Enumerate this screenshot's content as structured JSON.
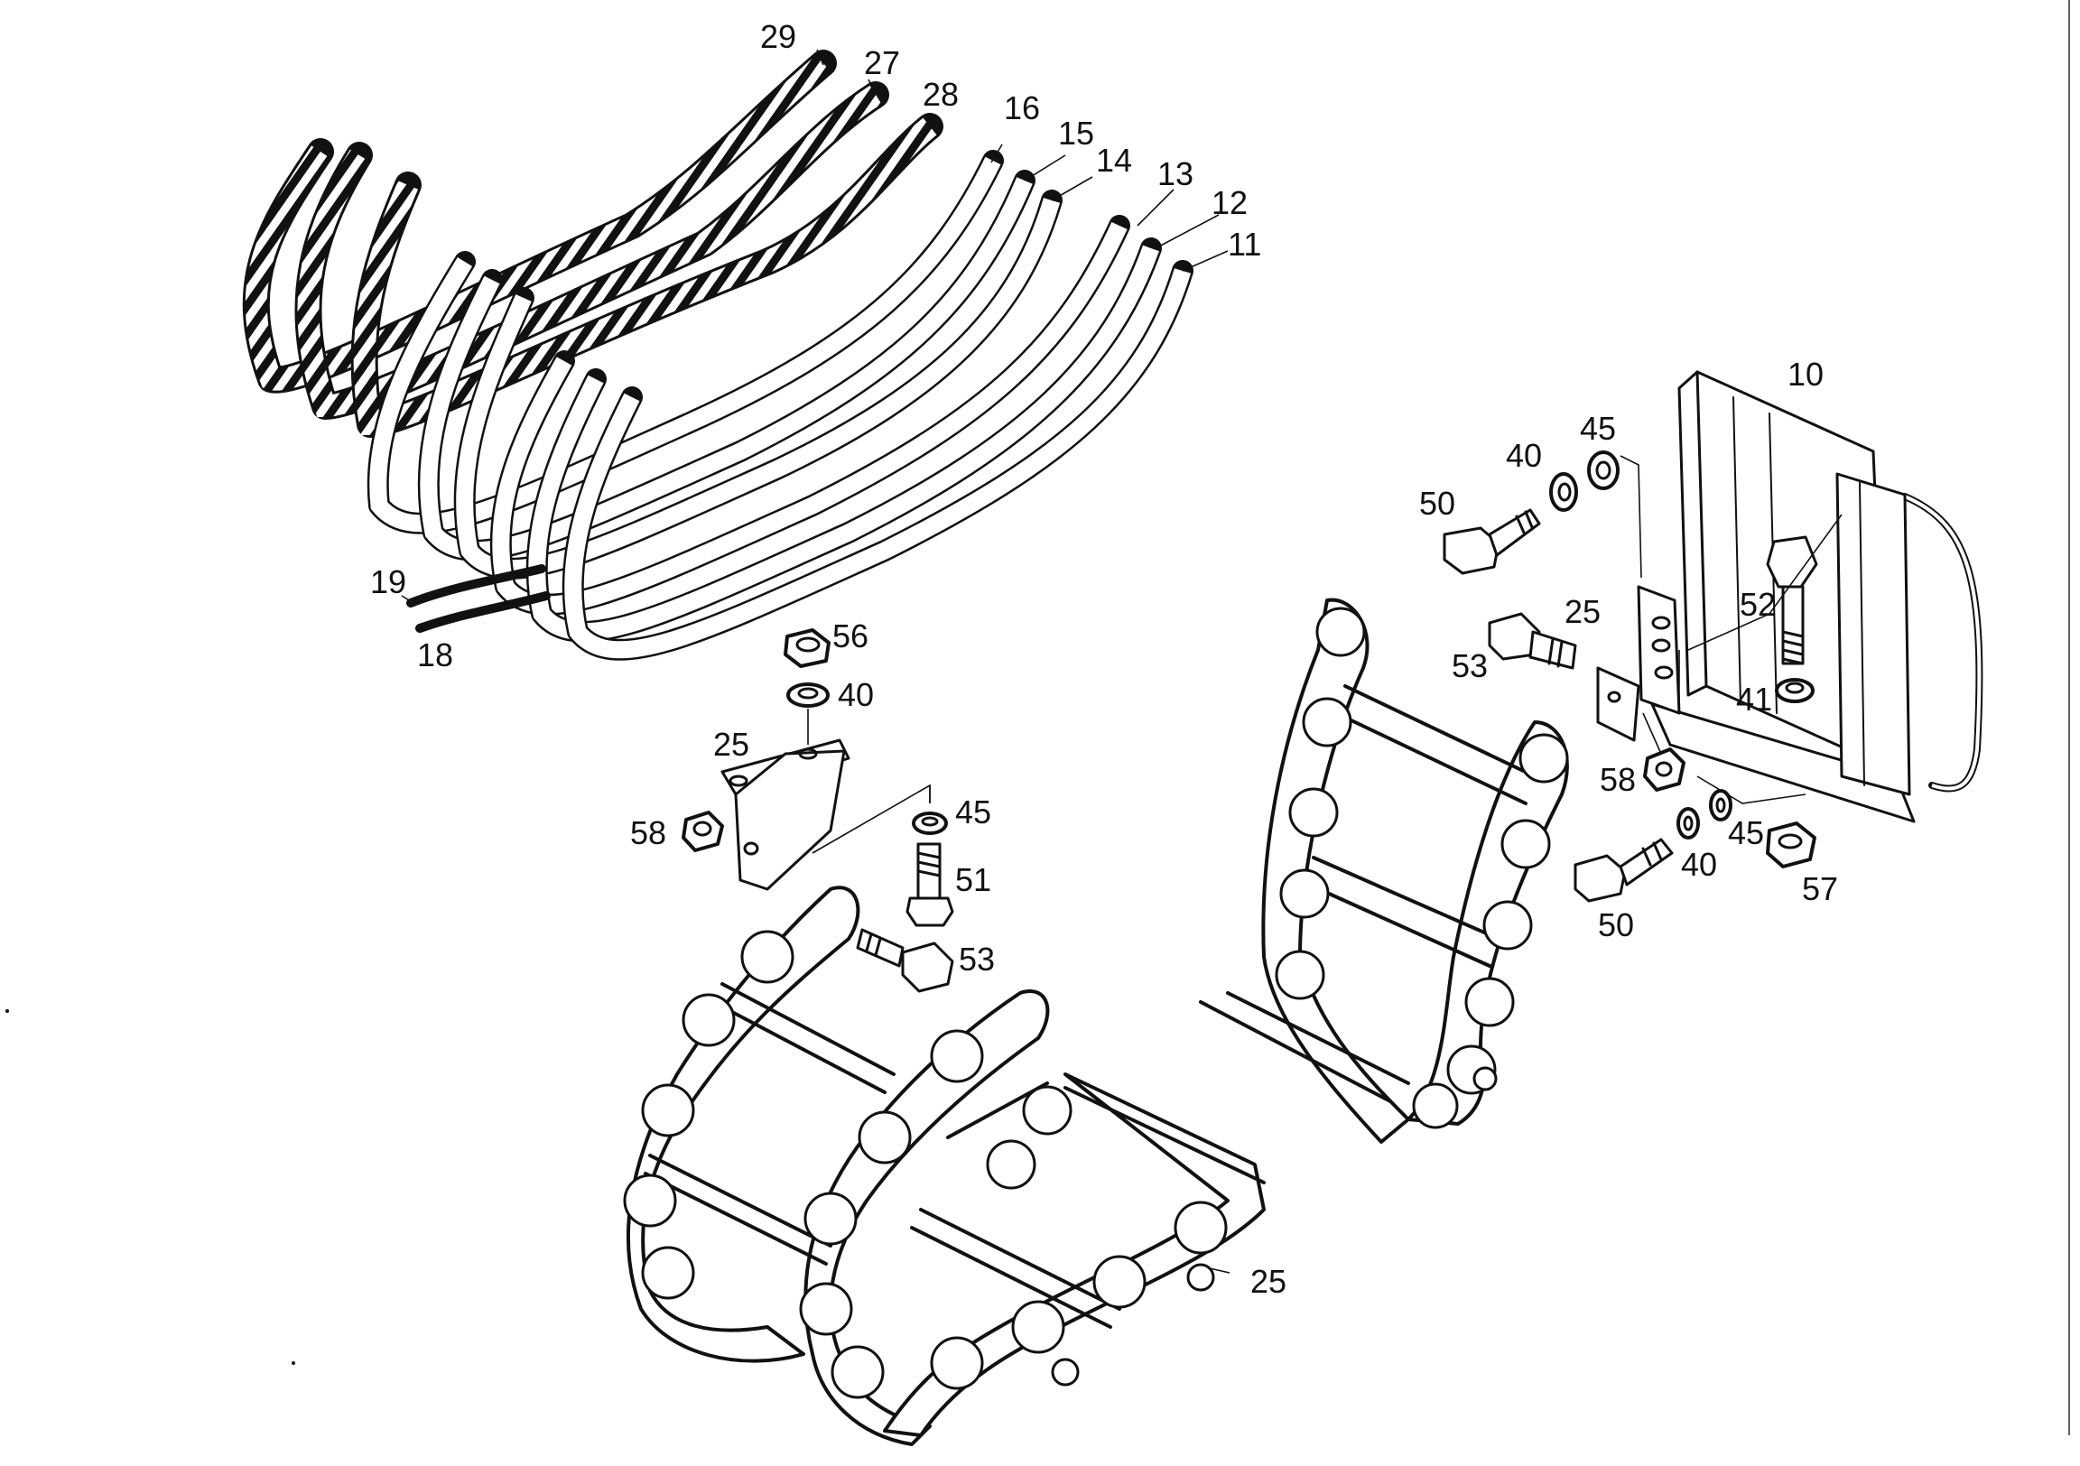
{
  "diagram": {
    "type": "exploded-parts-diagram",
    "ink_color": "#111111",
    "paper_color": "#ffffff"
  },
  "labels": {
    "p29": "29",
    "p27": "27",
    "p28": "28",
    "p16": "16",
    "p15": "15",
    "p14": "14",
    "p13": "13",
    "p12": "12",
    "p11": "11",
    "p19": "19",
    "p18": "18",
    "p10": "10",
    "p45_top": "45",
    "p40_top": "40",
    "p50_top": "50",
    "p25_bracket_right": "25",
    "p53_right": "53",
    "p52": "52",
    "p41": "41",
    "p58_right": "58",
    "p45_low": "45",
    "p40_low": "40",
    "p50_low": "50",
    "p57": "57",
    "p56": "56",
    "p40_left": "40",
    "p25_bracket_left": "25",
    "p58_left": "58",
    "p45_left": "45",
    "p51": "51",
    "p53_left": "53",
    "p25_chain": "25"
  }
}
